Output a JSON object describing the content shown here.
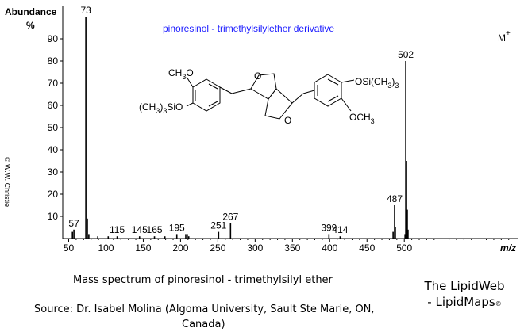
{
  "chart_data": {
    "type": "bar",
    "title": "pinoresinol - trimethylsilylether derivative",
    "ylabel": "Abundance",
    "yunit": "%",
    "xlabel": "m/z",
    "xlim": [
      42,
      652
    ],
    "ylim": [
      0,
      100
    ],
    "x_ticks": [
      50,
      100,
      150,
      200,
      250,
      300,
      350,
      400,
      450,
      500
    ],
    "y_ticks": [
      10,
      20,
      30,
      40,
      50,
      60,
      70,
      80,
      90
    ],
    "peaks": [
      {
        "mz": 55,
        "intensity": 3
      },
      {
        "mz": 57,
        "intensity": 4
      },
      {
        "mz": 73,
        "intensity": 100
      },
      {
        "mz": 75,
        "intensity": 9
      },
      {
        "mz": 77,
        "intensity": 2
      },
      {
        "mz": 89,
        "intensity": 1
      },
      {
        "mz": 103,
        "intensity": 1
      },
      {
        "mz": 115,
        "intensity": 1
      },
      {
        "mz": 145,
        "intensity": 1
      },
      {
        "mz": 165,
        "intensity": 1
      },
      {
        "mz": 179,
        "intensity": 1
      },
      {
        "mz": 195,
        "intensity": 2
      },
      {
        "mz": 207,
        "intensity": 2
      },
      {
        "mz": 209,
        "intensity": 2
      },
      {
        "mz": 211,
        "intensity": 1
      },
      {
        "mz": 251,
        "intensity": 3
      },
      {
        "mz": 267,
        "intensity": 7
      },
      {
        "mz": 399,
        "intensity": 2
      },
      {
        "mz": 414,
        "intensity": 1
      },
      {
        "mz": 485,
        "intensity": 3
      },
      {
        "mz": 487,
        "intensity": 15
      },
      {
        "mz": 488,
        "intensity": 5
      },
      {
        "mz": 501,
        "intensity": 2
      },
      {
        "mz": 502,
        "intensity": 80
      },
      {
        "mz": 503,
        "intensity": 35
      },
      {
        "mz": 504,
        "intensity": 13
      },
      {
        "mz": 505,
        "intensity": 4
      }
    ],
    "peak_labels": [
      {
        "mz": 57,
        "text": "57"
      },
      {
        "mz": 73,
        "text": "73"
      },
      {
        "mz": 115,
        "text": "115"
      },
      {
        "mz": 145,
        "text": "145"
      },
      {
        "mz": 165,
        "text": "165"
      },
      {
        "mz": 195,
        "text": "195"
      },
      {
        "mz": 251,
        "text": "251"
      },
      {
        "mz": 267,
        "text": "267"
      },
      {
        "mz": 399,
        "text": "399"
      },
      {
        "mz": 414,
        "text": "414"
      },
      {
        "mz": 487,
        "text": "487"
      },
      {
        "mz": 502,
        "text": "502"
      }
    ],
    "molecular_ion_label": "M",
    "molecular_ion_sup": "+"
  },
  "structure": {
    "och3_top": "CH",
    "och3_top_sub": "3",
    "och3_top_tail": "O",
    "tms_left_a": "(CH",
    "tms_left_b": "3",
    "tms_left_c": ")",
    "tms_left_d": "3",
    "tms_left_e": "SiO",
    "o_top": "O",
    "o_bottom": "O",
    "tms_right": "OSi(CH",
    "tms_right_b": "3",
    "tms_right_c": ")",
    "tms_right_d": "3",
    "och3_bottom": "OCH",
    "och3_bottom_sub": "3"
  },
  "copyright": "© W.W. Christie",
  "caption": "Mass spectrum of pinoresinol - trimethylsilyl ether",
  "source_line1": "Source: Dr. Isabel Molina (Algoma University, Sault Ste Marie, ON,",
  "source_line2": "Canada)",
  "brand_line1": "The LipidWeb",
  "brand_line2": "- LipidMaps",
  "brand_mark": "®",
  "colors": {
    "title": "#1a1aff",
    "axis": "#000000"
  }
}
